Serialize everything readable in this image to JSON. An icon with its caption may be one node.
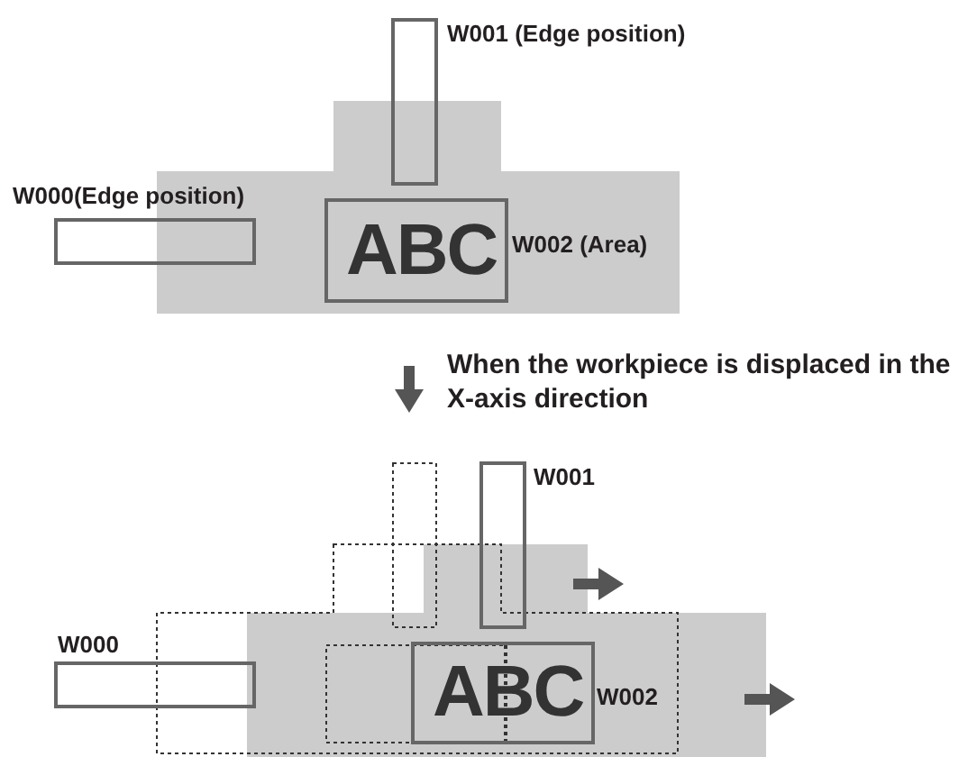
{
  "diagram": {
    "labels": [
      "W001 (Edge position)",
      "W000(Edge position)",
      "ABC",
      "W002 (Area)",
      "When the workpiece is displaced in the X-axis direction",
      "W001",
      "W000",
      "ABC",
      "W002"
    ]
  }
}
